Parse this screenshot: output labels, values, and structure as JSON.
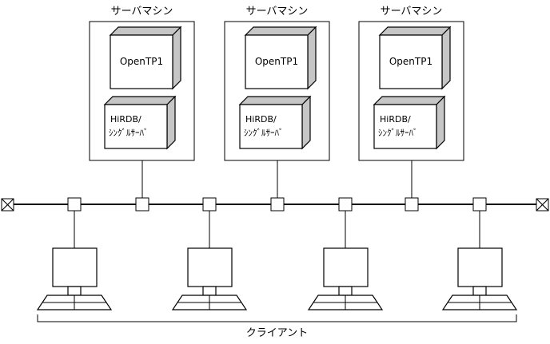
{
  "diagram": {
    "title_hidden": "",
    "servers": [
      {
        "panel_title": "サーバマシン",
        "components": [
          {
            "label": "OpenTP1"
          },
          {
            "label_line1": "HiRDB/",
            "label_line2": "ｼﾝｸﾞﾙｻｰﾊﾞ"
          }
        ]
      },
      {
        "panel_title": "サーバマシン",
        "components": [
          {
            "label": "OpenTP1"
          },
          {
            "label_line1": "HiRDB/",
            "label_line2": "ｼﾝｸﾞﾙｻｰﾊﾞ"
          }
        ]
      },
      {
        "panel_title": "サーバマシン",
        "components": [
          {
            "label": "OpenTP1"
          },
          {
            "label_line1": "HiRDB/",
            "label_line2": "ｼﾝｸﾞﾙｻｰﾊﾞ"
          }
        ]
      }
    ],
    "network": {
      "bus_label": "",
      "terminator_icon": "x-terminator-icon",
      "tap_icon": "tap-square-icon",
      "tap_count": 7
    },
    "clients": {
      "bracket_label": "クライアント",
      "count": 4,
      "icon": "desktop-computer-icon"
    },
    "colors": {
      "line": "#000000",
      "box_face": "#ffffff",
      "box_shade": "#c6c6c6",
      "background": "#ffffff"
    }
  }
}
